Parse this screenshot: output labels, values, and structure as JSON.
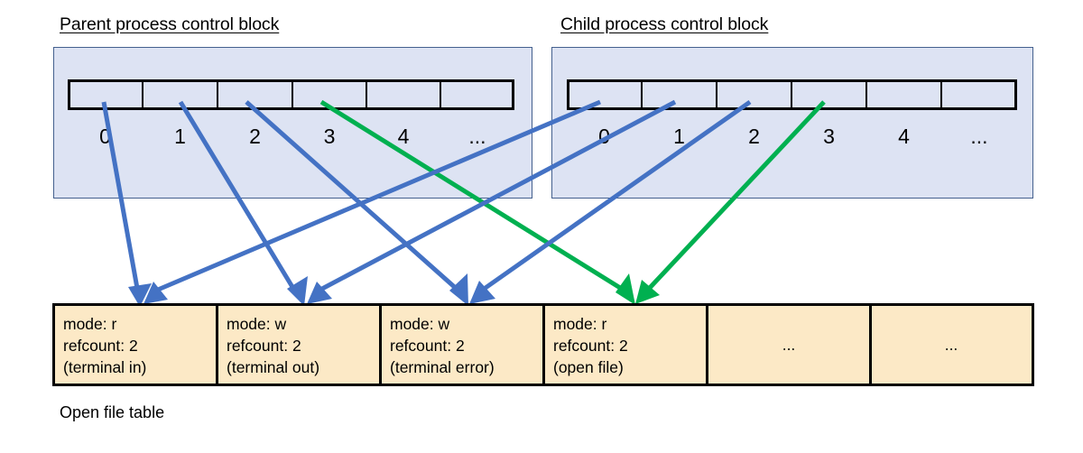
{
  "diagram": {
    "title_parent": "Parent process control block",
    "title_child": "Child process control block",
    "open_file_table_label": "Open file table",
    "colors": {
      "blue_arrow": "#4472C4",
      "green_arrow": "#00B050",
      "pcb_fill": "#DDE3F3",
      "pcb_border": "#44608E",
      "table_fill": "#FCE9C6",
      "outline": "#000000"
    }
  },
  "parent_block": {
    "title": "Parent process control block",
    "indices": [
      "0",
      "1",
      "2",
      "3",
      "4",
      "..."
    ]
  },
  "child_block": {
    "title": "Child process control block",
    "indices": [
      "0",
      "1",
      "2",
      "3",
      "4",
      "..."
    ]
  },
  "open_file_table": {
    "label": "Open file table",
    "cells": [
      {
        "mode": "mode: r",
        "refcount": "refcount: 2",
        "desc": "(terminal in)"
      },
      {
        "mode": "mode: w",
        "refcount": "refcount: 2",
        "desc": "(terminal out)"
      },
      {
        "mode": "mode: w",
        "refcount": "refcount: 2",
        "desc": "(terminal error)"
      },
      {
        "mode": "mode: r",
        "refcount": "refcount: 2",
        "desc": "(open file)"
      },
      {
        "ellipsis": "..."
      },
      {
        "ellipsis": "..."
      }
    ]
  },
  "connections": [
    {
      "from": "parent.0",
      "to": "open_file_table.0",
      "color": "#4472C4"
    },
    {
      "from": "parent.1",
      "to": "open_file_table.1",
      "color": "#4472C4"
    },
    {
      "from": "parent.2",
      "to": "open_file_table.2",
      "color": "#4472C4"
    },
    {
      "from": "parent.3",
      "to": "open_file_table.3",
      "color": "#00B050"
    },
    {
      "from": "child.0",
      "to": "open_file_table.0",
      "color": "#4472C4"
    },
    {
      "from": "child.1",
      "to": "open_file_table.1",
      "color": "#4472C4"
    },
    {
      "from": "child.2",
      "to": "open_file_table.2",
      "color": "#4472C4"
    },
    {
      "from": "child.3",
      "to": "open_file_table.3",
      "color": "#00B050"
    }
  ]
}
